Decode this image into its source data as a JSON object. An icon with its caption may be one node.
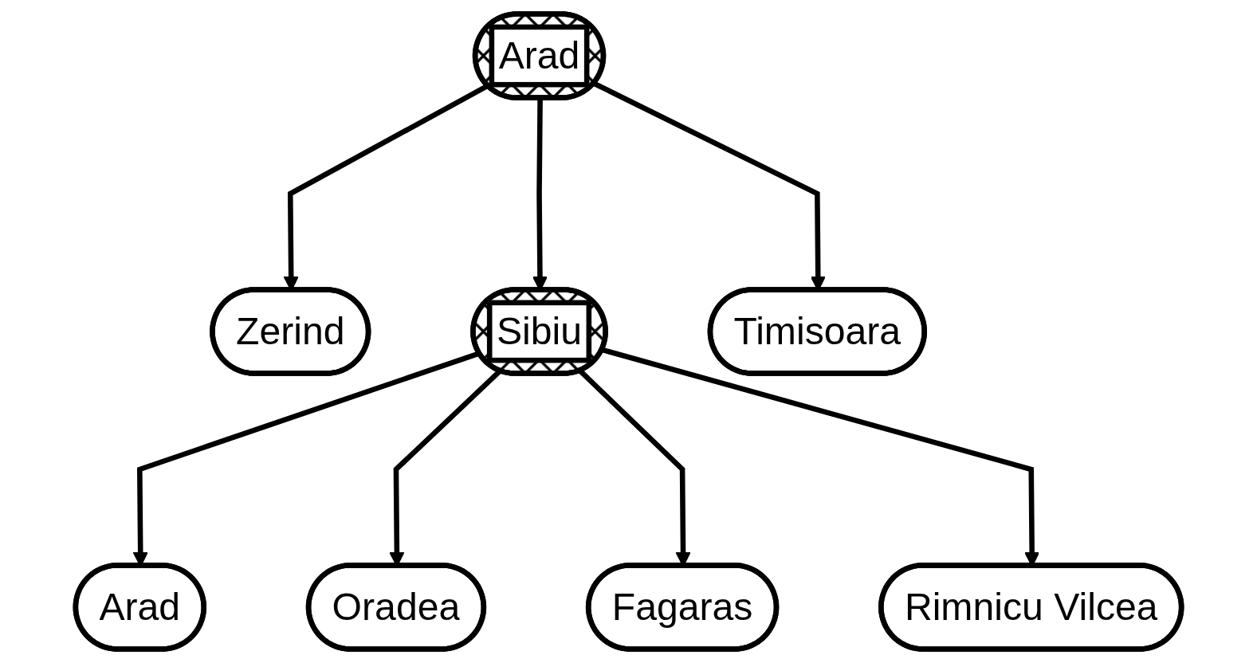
{
  "diagram": {
    "nodes": [
      {
        "text": [
          "Arad"
        ]
      },
      {
        "text": [
          "Zerind"
        ]
      },
      {
        "text": [
          "Sibiu"
        ]
      },
      {
        "text": [
          "Timisoara"
        ]
      },
      {
        "text": [
          "Arad"
        ]
      },
      {
        "text": [
          "Oradea"
        ]
      },
      {
        "text": [
          "Fagaras"
        ]
      },
      {
        "text": [
          "Rimnicu Vilcea"
        ]
      }
    ],
    "edges": [
      {
        "from": 0,
        "to": 1,
        "arrow": "to"
      },
      {
        "from": 0,
        "to": 2,
        "arrow": "to"
      },
      {
        "from": 0,
        "to": 3,
        "arrow": "to"
      },
      {
        "from": 2,
        "to": 4,
        "arrow": "to"
      },
      {
        "from": 2,
        "to": 5,
        "arrow": "to"
      },
      {
        "from": 2,
        "to": 6,
        "arrow": "to"
      },
      {
        "from": 2,
        "to": 7,
        "arrow": "to"
      }
    ]
  }
}
